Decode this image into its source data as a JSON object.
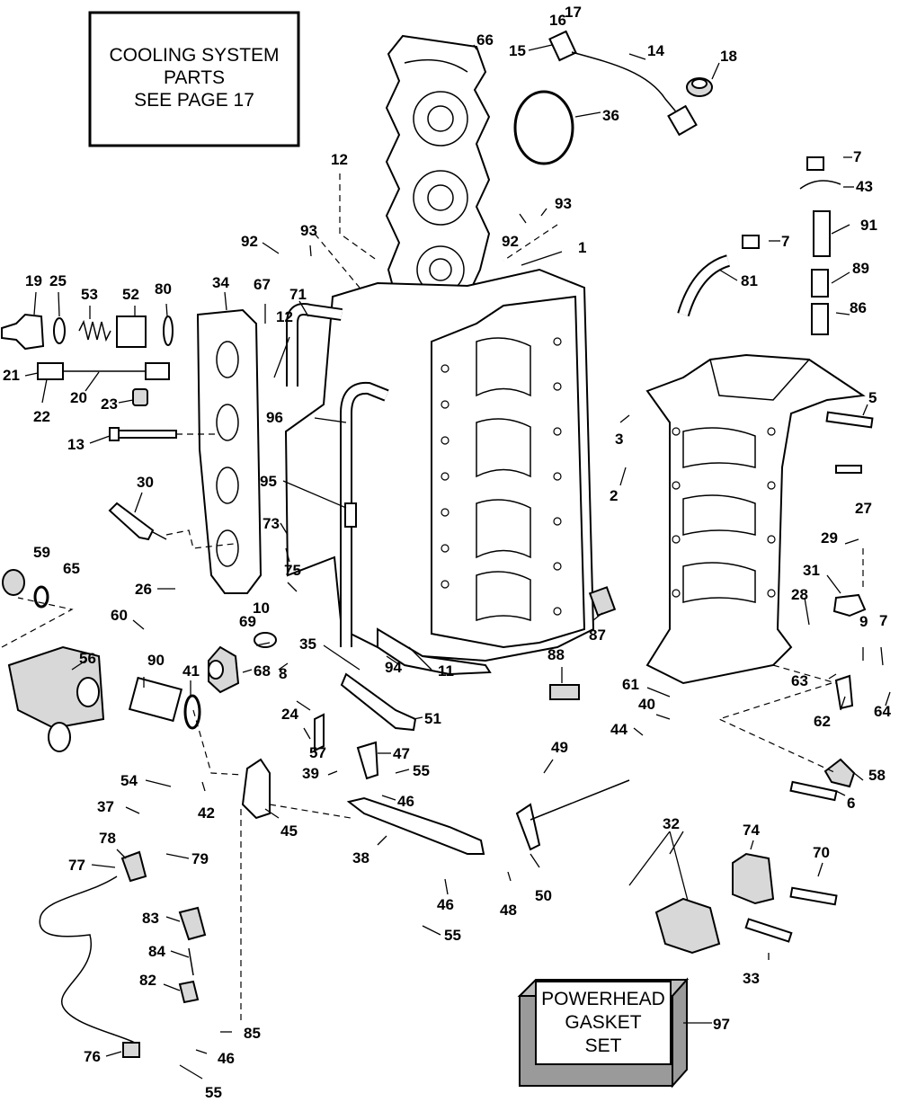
{
  "boxes": {
    "cooling": [
      "COOLING SYSTEM",
      "PARTS",
      "SEE PAGE 17"
    ],
    "gasket": [
      "POWERHEAD",
      "GASKET",
      "SET"
    ]
  },
  "callouts": [
    "1",
    "2",
    "3",
    "5",
    "6",
    "7",
    "7",
    "7",
    "8",
    "9",
    "10",
    "11",
    "12",
    "12",
    "13",
    "14",
    "15",
    "16",
    "17",
    "18",
    "19",
    "20",
    "21",
    "22",
    "23",
    "24",
    "25",
    "26",
    "27",
    "28",
    "29",
    "30",
    "31",
    "32",
    "33",
    "34",
    "35",
    "36",
    "37",
    "38",
    "39",
    "40",
    "41",
    "42",
    "43",
    "44",
    "45",
    "46",
    "46",
    "46",
    "47",
    "48",
    "49",
    "50",
    "51",
    "52",
    "53",
    "54",
    "55",
    "55",
    "55",
    "56",
    "57",
    "58",
    "59",
    "60",
    "61",
    "62",
    "63",
    "64",
    "65",
    "66",
    "67",
    "68",
    "69",
    "70",
    "71",
    "73",
    "74",
    "75",
    "76",
    "77",
    "78",
    "79",
    "80",
    "81",
    "82",
    "83",
    "84",
    "85",
    "86",
    "87",
    "88",
    "89",
    "90",
    "91",
    "92",
    "92",
    "93",
    "93",
    "94",
    "95",
    "96",
    "97"
  ]
}
